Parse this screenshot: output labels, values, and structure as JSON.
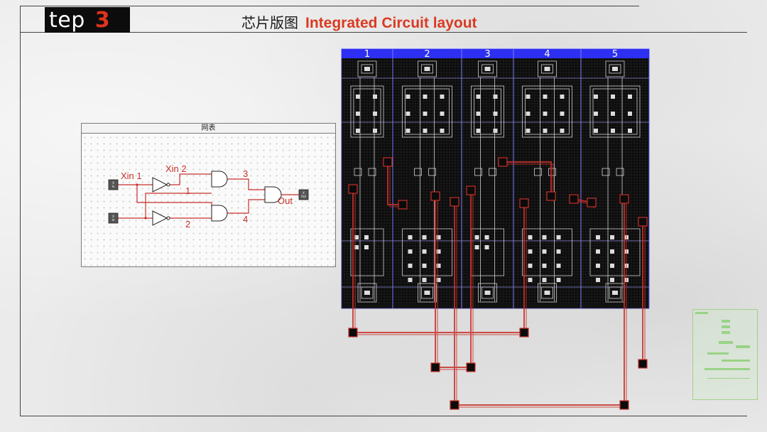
{
  "header": {
    "step_word": "tep",
    "step_number": "3",
    "title_cn": "芯片版图",
    "title_en": "Integrated Circuit layout"
  },
  "netlist": {
    "title": "网表",
    "input_a_label": "X\nIn",
    "input_b_label": "X\nIn",
    "output_label": "X\nOut",
    "net_labels": {
      "xin1": "Xin 1",
      "xin2": "Xin 2",
      "n1": "1",
      "n2": "2",
      "n3": "3",
      "n4": "4",
      "out": "Out"
    }
  },
  "layout": {
    "columns": [
      "1",
      "2",
      "3",
      "4",
      "5"
    ]
  },
  "colors": {
    "accent_red": "#d93a22",
    "header_blue": "#2d2ff2",
    "wire_red": "#c8312a",
    "die_black": "#0a0a0a"
  }
}
